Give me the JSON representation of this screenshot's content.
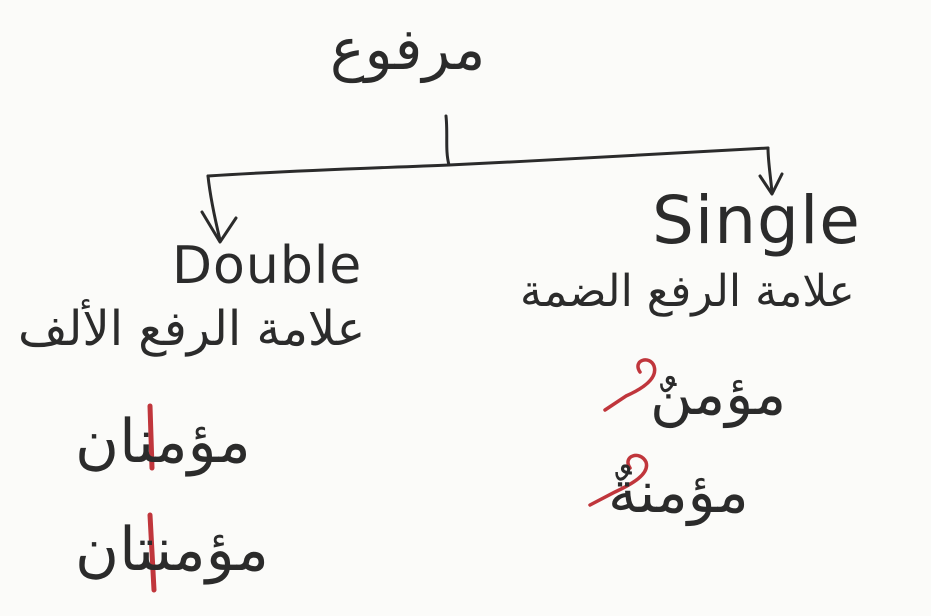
{
  "diagram": {
    "root": {
      "text": "مرفوع"
    },
    "branches": [
      {
        "key": "single",
        "title": "Single",
        "sign": "علامة الرفع الضمة",
        "examples": [
          "مؤمنٌ",
          "مؤمنةٌ"
        ]
      },
      {
        "key": "double",
        "title": "Double",
        "sign": "علامة الرفع الألف",
        "examples": [
          "مؤمنان",
          "مؤمنتان"
        ]
      }
    ]
  },
  "colors": {
    "ink": "#2b2b2b",
    "accent": "#c0363c",
    "paper": "#fbfbf9"
  }
}
